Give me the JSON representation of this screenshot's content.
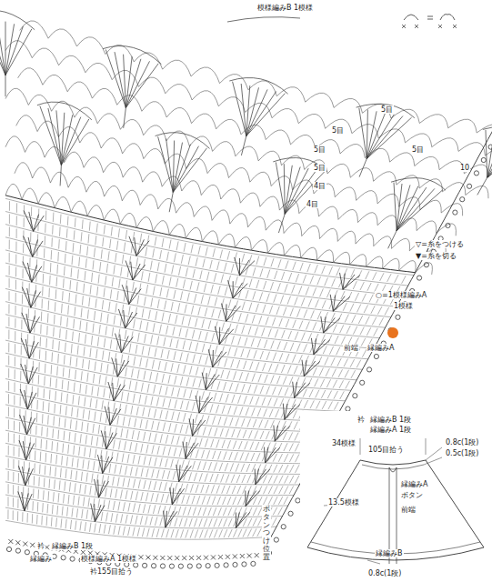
{
  "diagram": {
    "labels": [
      "模様編みB 1模様",
      "5目",
      "5目",
      "5目",
      "5目",
      "5目",
      "4目",
      "4目",
      "10",
      "▽=糸をつける",
      "▼=糸を切る",
      "○=1模様編みA",
      "1模様",
      "前端",
      "縁編みA",
      "衿",
      "縁編みB 1段",
      "縁編みA 1段",
      "34模様",
      "105目拾う",
      "0.8c(1段)",
      "0.5c(1段)",
      "縁編みA",
      "ボタン",
      "13.5模様",
      "前端",
      "縁編みB",
      "0.8c(1段)",
      "衿",
      "縁編みB 1段",
      "縁編み",
      "模様編みA 1模様",
      "衿155目拾う",
      "ボタンつけ位置"
    ]
  }
}
